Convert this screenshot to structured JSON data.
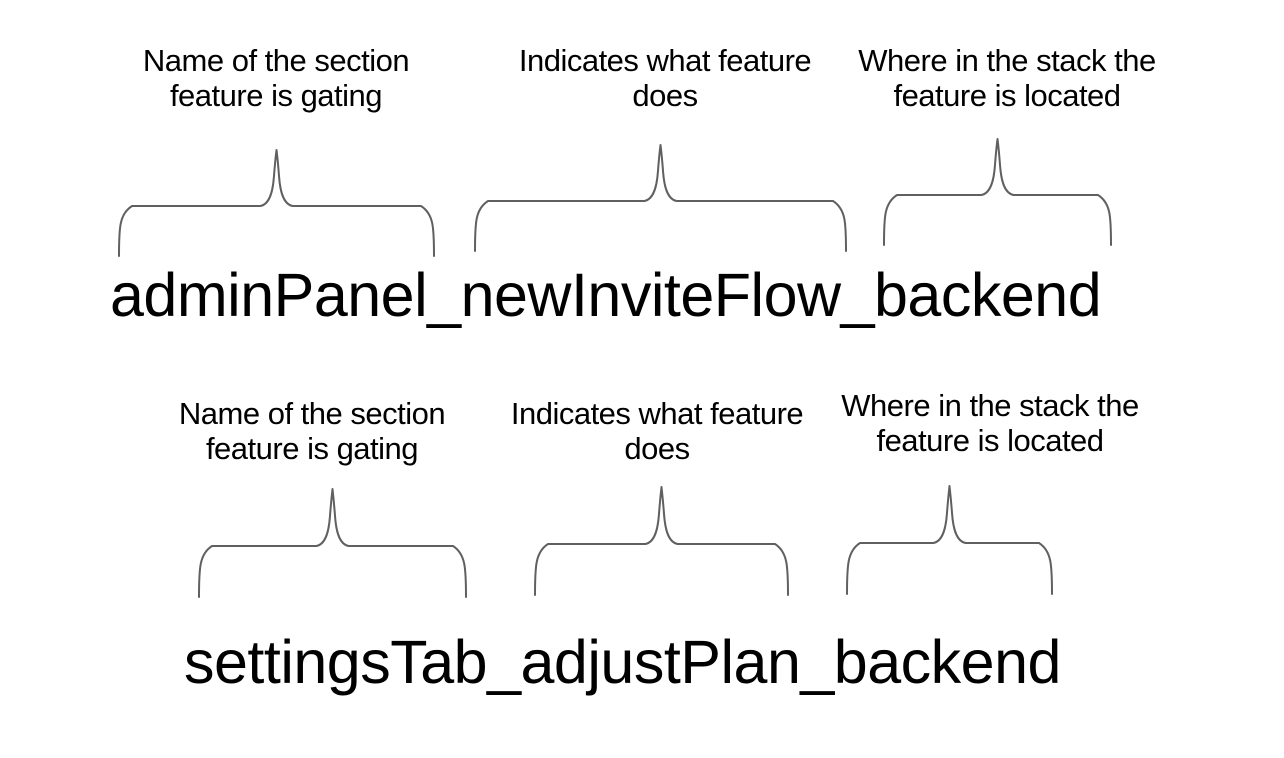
{
  "diagram": {
    "colors": {
      "background": "#ffffff",
      "text": "#000000",
      "brace": "#606060"
    },
    "rows": [
      {
        "flag_name": "adminPanel_newInviteFlow_backend",
        "annotations": [
          {
            "lines": [
              "Name of the section",
              "feature is gating"
            ]
          },
          {
            "lines": [
              "Indicates what feature",
              "does"
            ]
          },
          {
            "lines": [
              "Where in the stack the",
              "feature is located"
            ]
          }
        ]
      },
      {
        "flag_name": "settingsTab_adjustPlan_backend",
        "annotations": [
          {
            "lines": [
              "Name of the section",
              "feature is gating"
            ]
          },
          {
            "lines": [
              "Indicates what feature",
              "does"
            ]
          },
          {
            "lines": [
              "Where in the stack the",
              "feature is located"
            ]
          }
        ]
      }
    ]
  }
}
